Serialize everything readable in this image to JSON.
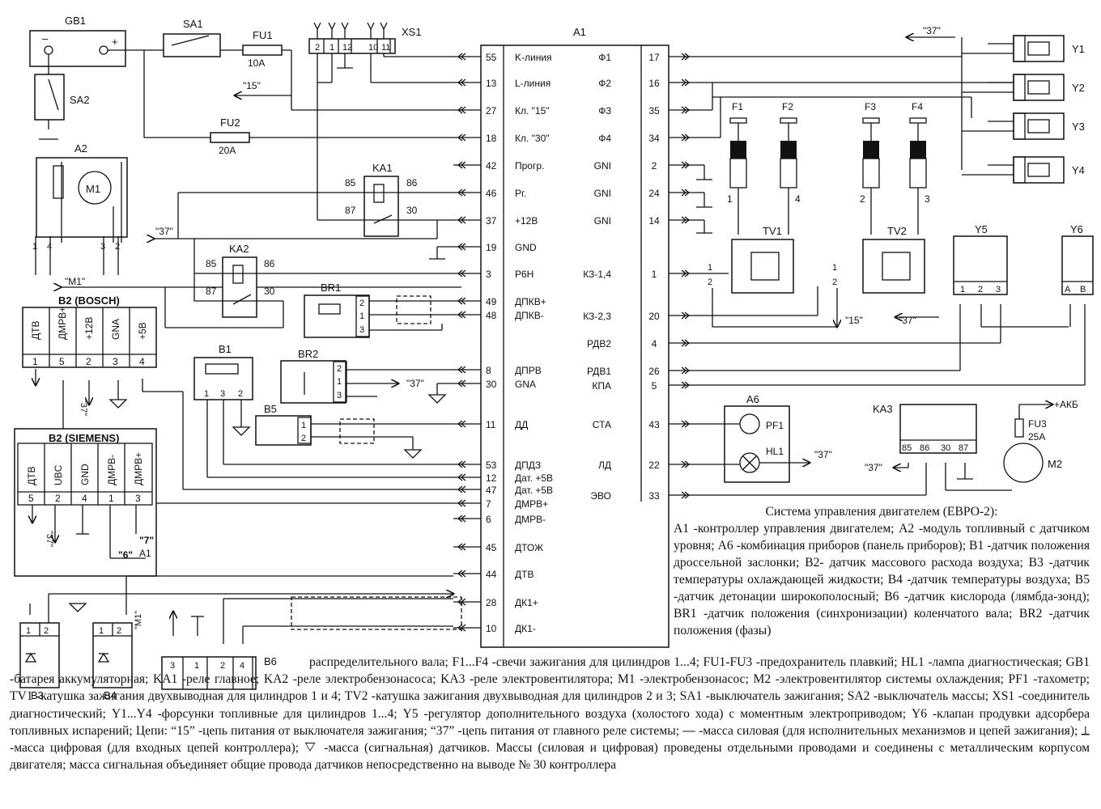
{
  "a1_title": "A1",
  "a1_left_pins": [
    {
      "num": "55",
      "label": "K-линия"
    },
    {
      "num": "13",
      "label": "L-линия"
    },
    {
      "num": "27",
      "label": "Кл. \"15\""
    },
    {
      "num": "18",
      "label": "Кл. \"30\""
    },
    {
      "num": "42",
      "label": "Прогр."
    },
    {
      "num": "46",
      "label": "Рг."
    },
    {
      "num": "37",
      "label": "+12В"
    },
    {
      "num": "19",
      "label": "GND"
    },
    {
      "num": "3",
      "label": "Р6Н"
    },
    {
      "num": "49",
      "label": "ДПКВ+"
    },
    {
      "num": "48",
      "label": "ДПКВ-"
    },
    {
      "num": "8",
      "label": "ДПРВ"
    },
    {
      "num": "30",
      "label": "GNA"
    },
    {
      "num": "11",
      "label": "ДД"
    },
    {
      "num": "53",
      "label": "ДПДЗ"
    },
    {
      "num": "12",
      "label": "Дат. +5В"
    },
    {
      "num": "47",
      "label": "Дат. +5В"
    },
    {
      "num": "7",
      "label": "ДМРВ+"
    },
    {
      "num": "6",
      "label": "ДМРВ-"
    },
    {
      "num": "45",
      "label": "ДТОЖ"
    },
    {
      "num": "44",
      "label": "ДТВ"
    },
    {
      "num": "28",
      "label": "ДК1+"
    },
    {
      "num": "10",
      "label": "ДК1-"
    }
  ],
  "a1_right_pins": [
    {
      "num": "17",
      "label": "Ф1"
    },
    {
      "num": "16",
      "label": "Ф2"
    },
    {
      "num": "35",
      "label": "Ф3"
    },
    {
      "num": "34",
      "label": "Ф4"
    },
    {
      "num": "2",
      "label": "GNI"
    },
    {
      "num": "24",
      "label": "GNI"
    },
    {
      "num": "14",
      "label": "GNI"
    },
    {
      "num": "1",
      "label": "КЗ-1,4"
    },
    {
      "num": "20",
      "label": "КЗ-2,3"
    },
    {
      "num": "4",
      "label": "РДВ2"
    },
    {
      "num": "26",
      "label": "РДВ1"
    },
    {
      "num": "5",
      "label": "КПА"
    },
    {
      "num": "43",
      "label": "СТА"
    },
    {
      "num": "22",
      "label": "ЛД"
    },
    {
      "num": "33",
      "label": "ЭВО"
    }
  ],
  "labels": {
    "gb1": "GB1",
    "sa1": "SA1",
    "sa2": "SA2",
    "fu1": "FU1",
    "fu1_rating": "10А",
    "fu2": "FU2",
    "fu2_rating": "20А",
    "xs1": "XS1",
    "xs1_pins": [
      "2",
      "1",
      "12",
      "10",
      "11"
    ],
    "c15": "\"15\"",
    "c37": "\"37\"",
    "a2": "A2",
    "m1": "M1",
    "m1_circ": "\"M1\"",
    "a2_pins": [
      "1",
      "4",
      "3",
      "2"
    ],
    "ka1": "KA1",
    "ka2": "KA2",
    "ka3": "KA3",
    "relay_pins": [
      "85",
      "86",
      "87",
      "30"
    ],
    "br1": "BR1",
    "br2": "BR2",
    "b1": "B1",
    "b5": "B5",
    "b6": "B6",
    "b3": "B3",
    "b4": "B4",
    "f": [
      "F1",
      "F2",
      "F3",
      "F4"
    ],
    "tv1": "TV1",
    "tv2": "TV2",
    "y": [
      "Y1",
      "Y2",
      "Y3",
      "Y4"
    ],
    "y5": "Y5",
    "y6": "Y6",
    "a6": "A6",
    "pf1": "PF1",
    "hl1": "HL1",
    "fu3": "FU3",
    "fu3_rating": "25А",
    "m2": "M2",
    "akb": "+АКБ",
    "bosch_title": "B2 (BOSCH)",
    "bosch_cols": [
      "ДТВ",
      "ДМРВ+",
      "+12В",
      "GNA",
      "+5В"
    ],
    "bosch_pins": [
      "1",
      "5",
      "2",
      "3",
      "4"
    ],
    "siemens_title": "B2 (SIEMENS)",
    "siemens_cols": [
      "ДТВ",
      "UBC",
      "GND",
      "ДМРВ-",
      "ДМРВ+"
    ],
    "siemens_pins": [
      "5",
      "2",
      "4",
      "1",
      "3"
    ],
    "q6": "\"6\"",
    "q7": "\"7\"",
    "a1_small": "A1",
    "b6_pins": [
      "3",
      "1",
      "2",
      "4"
    ]
  },
  "caption_title": "Система управления двигателем (ЕВРО-2):",
  "caption_body": "А1 -контроллер управления двигателем; А2 -модуль топливный с датчиком уровня; А6 -комбинация приборов (панель приборов); В1 -датчик положения дроссельной заслонки; В2- датчик массового расхода воздуха; В3 -датчик температуры охлаждающей жидкости; В4 -датчик температуры воздуха; В5 -датчик детонации широкополосный; В6 -датчик кислорода (лямбда-зонд); BR1 -датчик положения (синхронизации) коленчатого вала; BR2 -датчик положения (фазы)",
  "caption_full": "распределительного вала; F1...F4 -свечи зажигания для цилиндров 1...4; FU1-FU3 -предохранитель плавкий; HL1 -лампа диагностическая; GB1 -батарея аккумуляторная; KA1 -реле главное; KA2 -реле электробензонасоса; KA3 -реле электровентилятора; M1 -электробензонасос; M2 -электровентилятор системы охлаждения; PF1 -тахометр; TV1 -катушка зажигания двухвыводная для цилиндров 1 и 4; TV2 -катушка зажигания двухвыводная для цилиндров 2 и 3; SA1 -выключатель зажигания; SA2 -выключатель массы; XS1 -соединитель диагностический; Y1...Y4 -форсунки топливные для цилиндров 1...4; Y5 -регулятор дополнительного воздуха (холостого хода) с моментным электроприводом; Y6 -клапан продувки адсорбера топливных испарений; Цепи: “15” -цепь питания от выключателя зажигания; “37” -цепь питания от главного реле системы; ",
  "caption_ground1": "-масса силовая (для исполнительных механизмов и цепей зажигания);",
  "caption_ground2": "-масса цифровая (для входных цепей контроллера);",
  "caption_ground3": "-масса (сигнальная) датчиков. Массы (силовая и цифровая) проведены отдельными проводами и соединены с металлическим корпусом двигателя; масса сигнальная объединяет общие провода датчиков непосредственно на выводе № 30 контроллера"
}
